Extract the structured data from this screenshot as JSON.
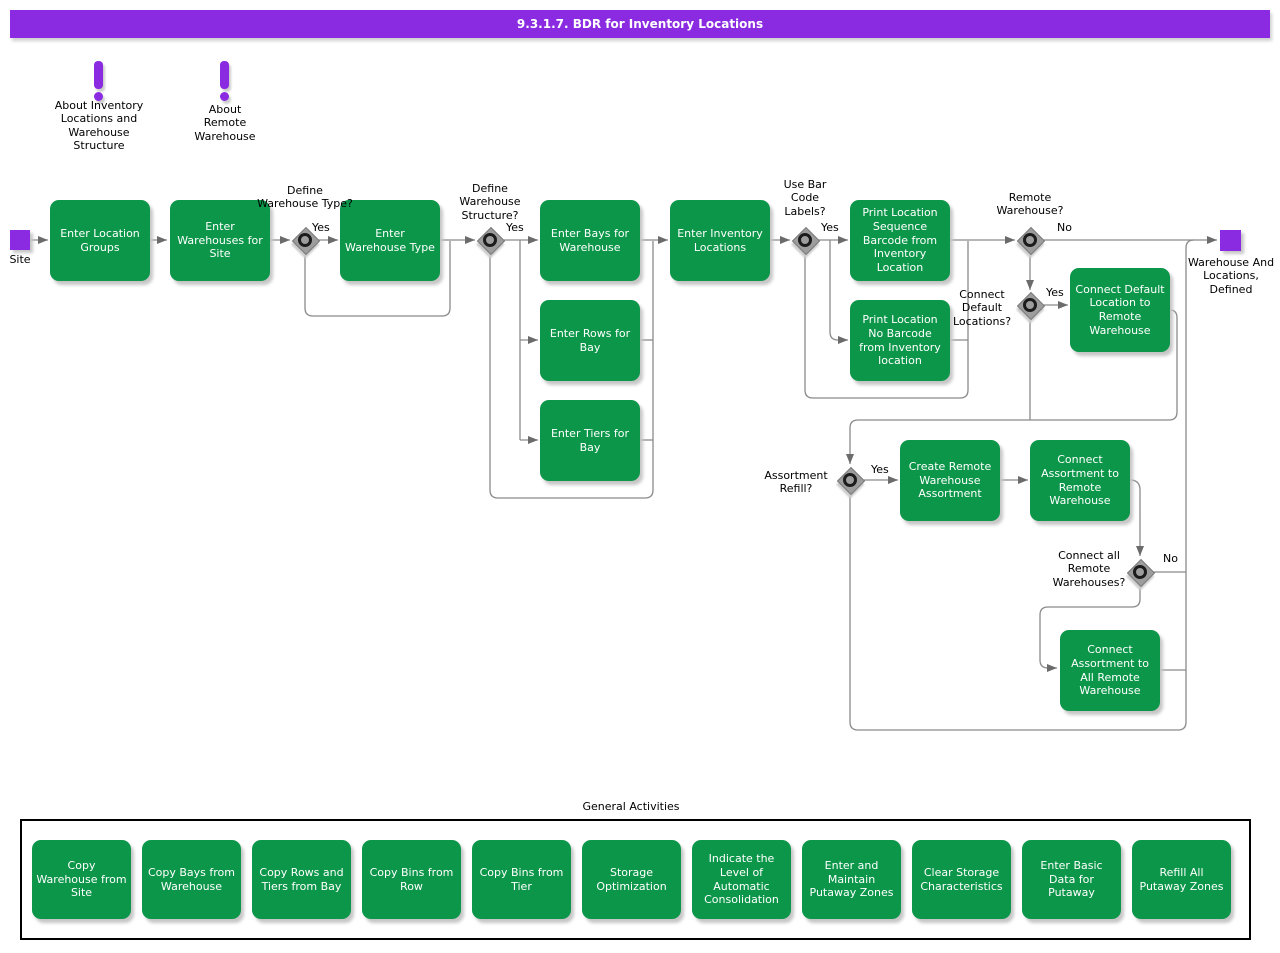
{
  "title": "9.3.1.7. BDR for Inventory Locations",
  "colors": {
    "accent_purple": "#8a2be2",
    "task_green": "#0c9649",
    "line_gray": "#8a8a8a",
    "text_on_task": "#ffffff"
  },
  "notes": {
    "inventory": "About Inventory Locations and Warehouse Structure",
    "remote": "About Remote Warehouse"
  },
  "terminals": {
    "start": "Site",
    "end": "Warehouse And Locations, Defined"
  },
  "tasks": {
    "enter_location_groups": "Enter Location Groups",
    "enter_warehouses_for_site": "Enter Warehouses for Site",
    "enter_warehouse_type": "Enter Warehouse Type",
    "enter_bays_for_warehouse": "Enter Bays for Warehouse",
    "enter_rows_for_bay": "Enter Rows for Bay",
    "enter_tiers_for_bay": "Enter Tiers for Bay",
    "enter_inventory_locations": "Enter Inventory Locations",
    "print_location_sequence": "Print Location Sequence Barcode from Inventory Location",
    "print_location_no_barcode": "Print Location No Barcode from Inventory location",
    "connect_default_location": "Connect Default Location to Remote Warehouse",
    "create_remote_warehouse_assortment": "Create Remote Warehouse Assortment",
    "connect_assortment_remote": "Connect Assortment to Remote Warehouse",
    "connect_assortment_all_remote": "Connect Assortment to All Remote Warehouse"
  },
  "decisions": {
    "define_warehouse_type": {
      "label": "Define Warehouse Type?",
      "branch": "Yes"
    },
    "define_warehouse_structure": {
      "label": "Define Warehouse Structure?",
      "branch": "Yes"
    },
    "use_bar_code_labels": {
      "label": "Use Bar Code Labels?",
      "branch": "Yes"
    },
    "remote_warehouse": {
      "label": "Remote Warehouse?",
      "branch": "No"
    },
    "connect_default_locations": {
      "label": "Connect Default Locations?",
      "branch": "Yes"
    },
    "assortment_refill": {
      "label": "Assortment Refill?",
      "branch": "Yes"
    },
    "connect_all_remote_warehouses": {
      "label": "Connect all Remote Warehouses?",
      "branch": "No"
    }
  },
  "general_activities": {
    "label": "General Activities",
    "items": [
      "Copy Warehouse from Site",
      "Copy Bays from Warehouse",
      "Copy Rows and Tiers from Bay",
      "Copy Bins from Row",
      "Copy Bins from Tier",
      "Storage Optimization",
      "Indicate the Level of Automatic Consolidation",
      "Enter and Maintain Putaway Zones",
      "Clear Storage Characteristics",
      "Enter Basic Data for Putaway",
      "Refill All Putaway Zones"
    ]
  }
}
